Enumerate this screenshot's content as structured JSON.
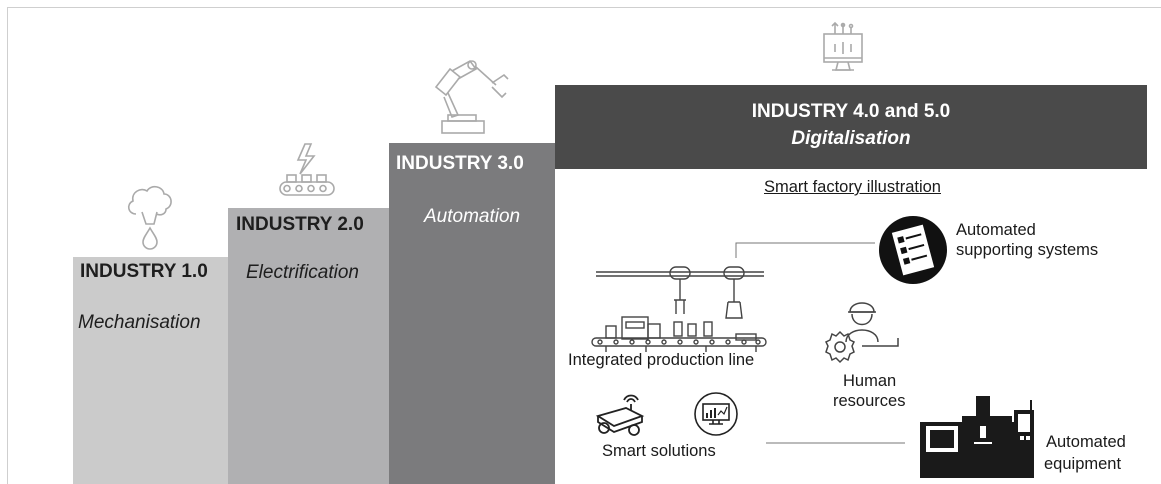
{
  "stages": [
    {
      "title": "INDUSTRY 1.0",
      "subtitle": "Mechanisation",
      "icon": "cloud-drop-icon",
      "color": "#cbcbcb"
    },
    {
      "title": "INDUSTRY 2.0",
      "subtitle": "Electrification",
      "icon": "conveyor-bolt-icon",
      "color": "#b0b0b2"
    },
    {
      "title": "INDUSTRY 3.0",
      "subtitle": "Automation",
      "icon": "robot-arm-icon",
      "color": "#7b7b7d"
    }
  ],
  "header": {
    "title": "INDUSTRY 4.0 and 5.0",
    "subtitle": "Digitalisation",
    "icon": "digital-monitor-icon",
    "color": "#4a4a4a"
  },
  "smart_factory": {
    "title": "Smart factory illustration",
    "labels": {
      "supporting": [
        "Automated",
        "supporting systems"
      ],
      "production": "Integrated production line",
      "human": [
        "Human",
        "resources"
      ],
      "smart": "Smart solutions",
      "equipment": [
        "Automated",
        "equipment"
      ]
    }
  }
}
